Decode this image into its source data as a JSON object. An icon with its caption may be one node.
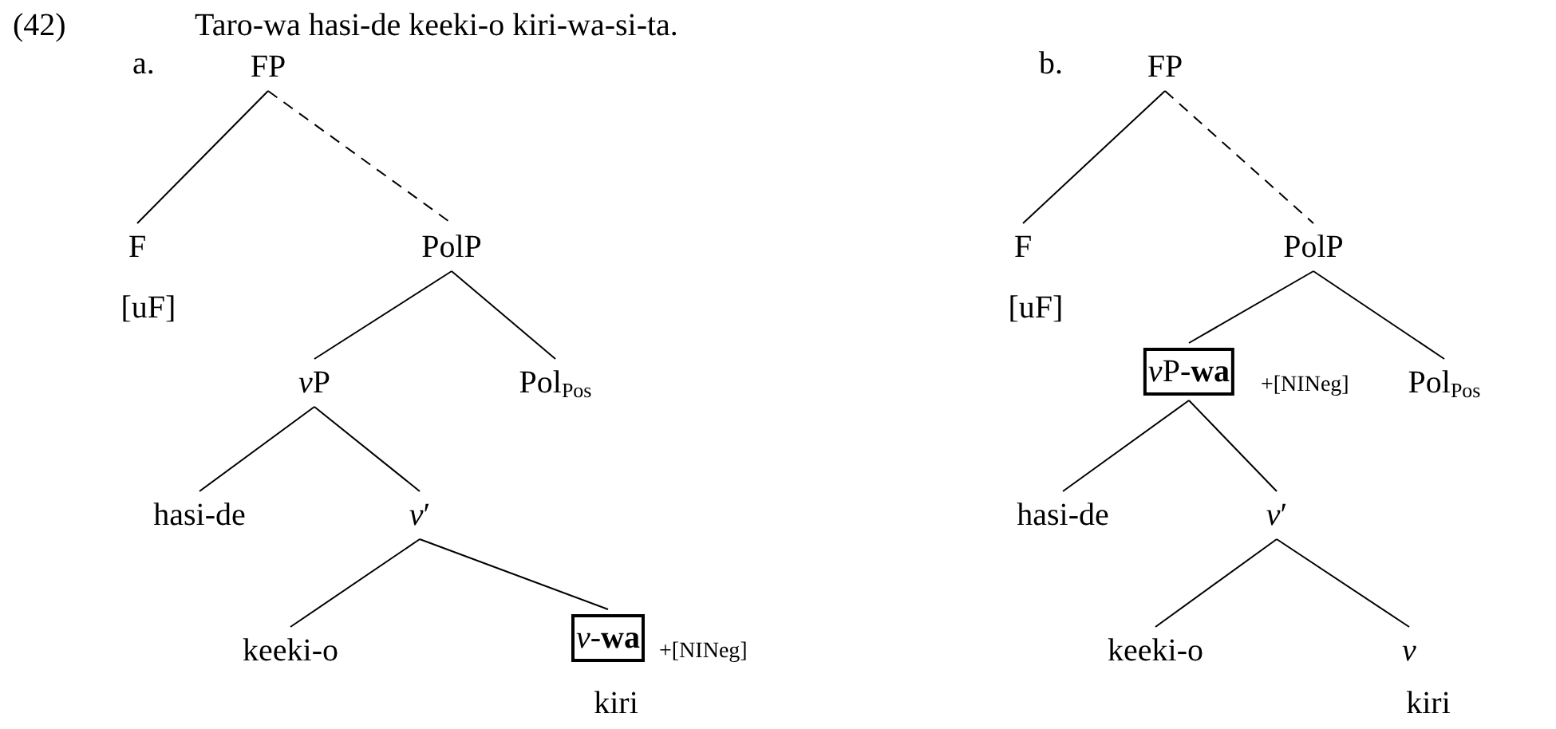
{
  "diagram": {
    "nodes": [
      {
        "text": [
          "FP"
        ]
      },
      {
        "text": [
          "F"
        ],
        "beside": [
          "[uF]"
        ]
      },
      {
        "text": [
          "PolP"
        ]
      },
      {
        "text": [
          "vP"
        ]
      },
      {
        "text": [
          "Pol$_{Pos}$"
        ]
      },
      {
        "text": [
          "hasi-de"
        ]
      },
      {
        "text": [
          "*v*′"
        ]
      },
      {
        "text": [
          "keeki-o"
        ]
      },
      {
        "text": [
          "*v*-**wa**"
        ],
        "beside": [
          "+[NINeg]",
          "kiri"
        ]
      },
      {
        "text": [
          "FP"
        ]
      },
      {
        "text": [
          "F"
        ],
        "beside": [
          "[uF]"
        ]
      },
      {
        "text": [
          "PolP"
        ]
      },
      {
        "text": [
          "vP-**wa**"
        ],
        "beside": [
          "+[NINeg]"
        ]
      },
      {
        "text": [
          "Pol$_{Pos}$"
        ]
      },
      {
        "text": [
          "hasi-de"
        ]
      },
      {
        "text": [
          "*v*′"
        ]
      },
      {
        "text": [
          "keeki-o"
        ]
      },
      {
        "text": [
          "*v*"
        ],
        "beside": [
          "kiri"
        ]
      }
    ],
    "edges": [
      {
        "from": 0,
        "to": 1,
        "arrow": "none"
      },
      {
        "from": 0,
        "to": 2,
        "arrow": "none",
        "style": "dashed"
      },
      {
        "from": 2,
        "to": 3,
        "arrow": "none"
      },
      {
        "from": 2,
        "to": 4,
        "arrow": "none"
      },
      {
        "from": 3,
        "to": 5,
        "arrow": "none"
      },
      {
        "from": 3,
        "to": 6,
        "arrow": "none"
      },
      {
        "from": 6,
        "to": 7,
        "arrow": "none"
      },
      {
        "from": 6,
        "to": 8,
        "arrow": "none"
      },
      {
        "from": 9,
        "to": 10,
        "arrow": "none"
      },
      {
        "from": 9,
        "to": 11,
        "arrow": "none",
        "style": "dashed"
      },
      {
        "from": 11,
        "to": 12,
        "arrow": "none"
      },
      {
        "from": 11,
        "to": 13,
        "arrow": "none"
      },
      {
        "from": 12,
        "to": 14,
        "arrow": "none"
      },
      {
        "from": 12,
        "to": 15,
        "arrow": "none"
      },
      {
        "from": 15,
        "to": 16,
        "arrow": "none"
      },
      {
        "from": 15,
        "to": 17,
        "arrow": "none"
      }
    ],
    "labels": [
      "(42)",
      "Taro-wa hasi-de keeki-o kiri-wa-si-ta.",
      "a.",
      "b."
    ]
  }
}
